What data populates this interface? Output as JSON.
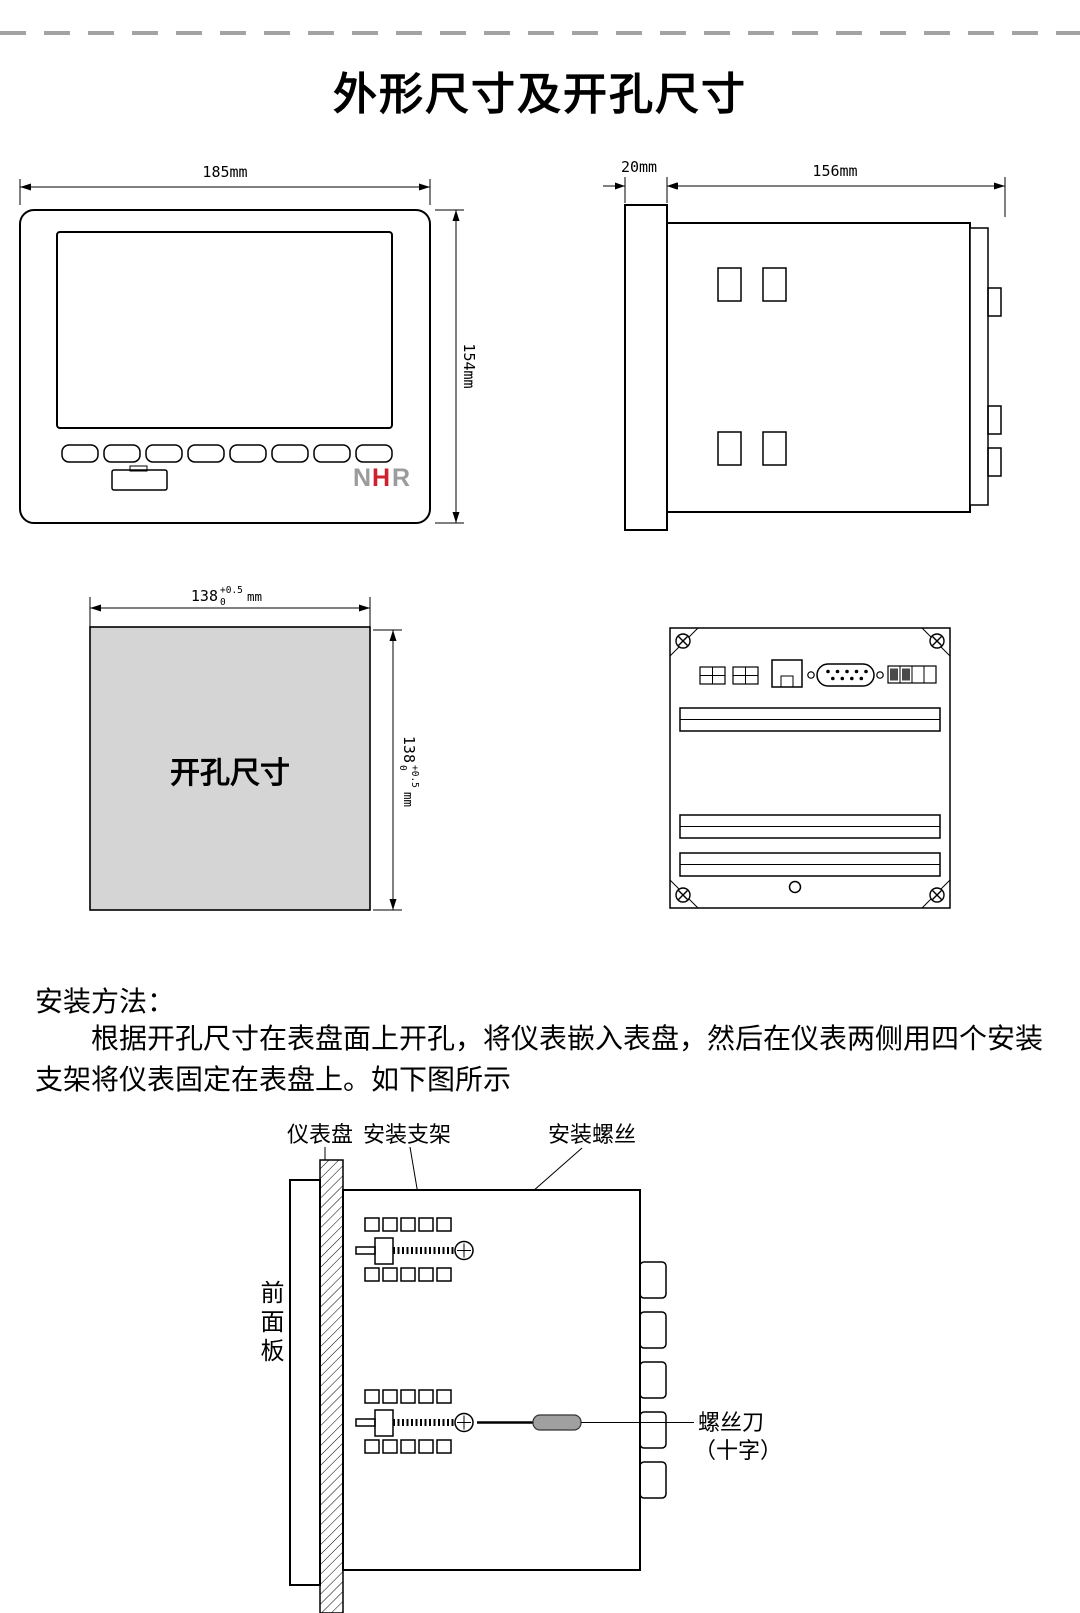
{
  "page": {
    "title": "外形尺寸及开孔尺寸"
  },
  "front_view": {
    "width_dim": "185mm",
    "height_dim": "154mm",
    "logo": {
      "n": "N",
      "h": "H",
      "r": "R"
    }
  },
  "side_view": {
    "depth_dim": "20mm",
    "length_dim": "156mm"
  },
  "cutout": {
    "label": "开孔尺寸",
    "width": {
      "value": "138",
      "tol_up": "+0.5",
      "tol_dn": "0",
      "unit": "mm"
    },
    "height": {
      "value": "138",
      "tol_up": "+0.5",
      "tol_dn": "0",
      "unit": "mm"
    }
  },
  "install": {
    "heading": "安装方法：",
    "body": "根据开孔尺寸在表盘面上开孔，将仪表嵌入表盘，然后在仪表两侧用四个安装支架将仪表固定在表盘上。如下图所示",
    "labels": {
      "panel": "仪表盘",
      "bracket": "安装支架",
      "screw": "安装螺丝",
      "front_panel": "前面板",
      "screwdriver": "螺丝刀",
      "screwdriver_type": "（十字）"
    }
  }
}
